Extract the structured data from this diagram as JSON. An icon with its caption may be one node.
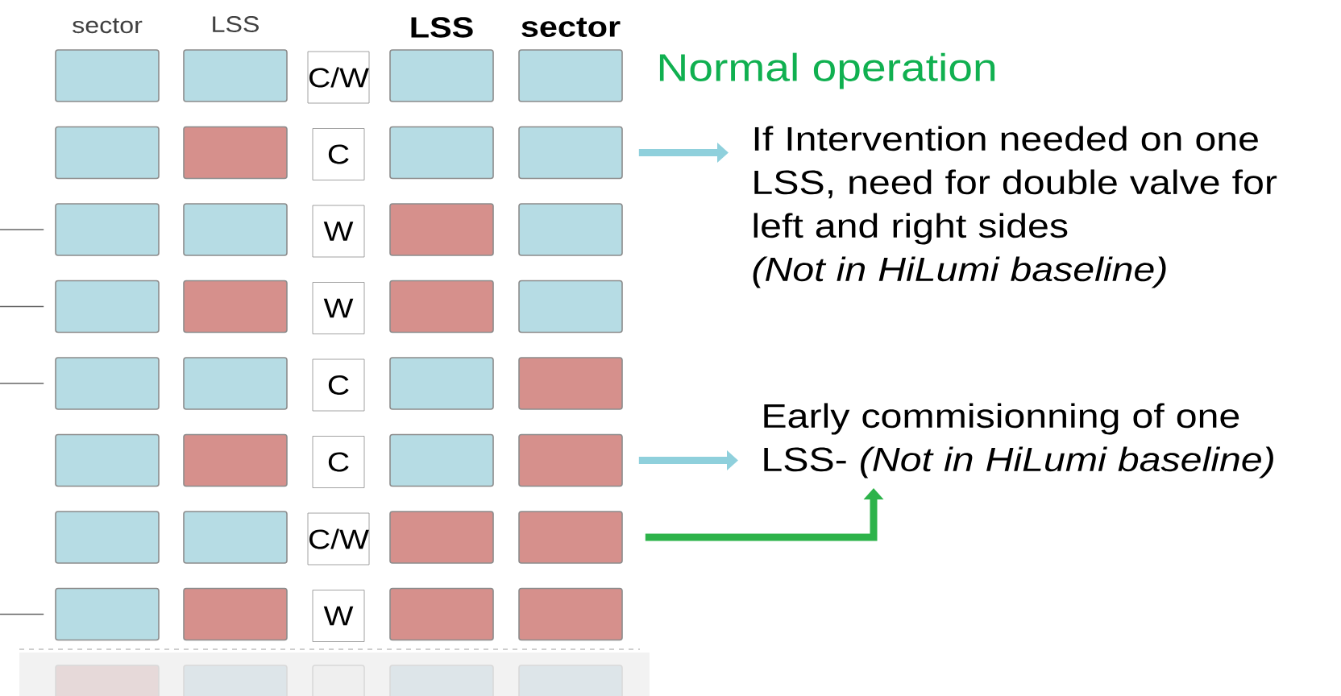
{
  "diagram": {
    "nodes": [
      {
        "text": [],
        "shape": "box"
      },
      {
        "text": [],
        "shape": "box"
      },
      {
        "text": [
          "C/W"
        ]
      },
      {
        "text": [],
        "shape": "box"
      },
      {
        "text": [],
        "shape": "box"
      },
      {
        "text": [],
        "shape": "box"
      },
      {
        "text": [],
        "shape": "box"
      },
      {
        "text": [
          "C"
        ]
      },
      {
        "text": [],
        "shape": "box"
      },
      {
        "text": [],
        "shape": "box"
      },
      {
        "text": [],
        "shape": "box"
      },
      {
        "text": [],
        "shape": "box"
      },
      {
        "text": [
          "W"
        ]
      },
      {
        "text": [],
        "shape": "box"
      },
      {
        "text": [],
        "shape": "box"
      },
      {
        "text": [],
        "shape": "box"
      },
      {
        "text": [],
        "shape": "box"
      },
      {
        "text": [
          "W"
        ]
      },
      {
        "text": [],
        "shape": "box"
      },
      {
        "text": [],
        "shape": "box"
      },
      {
        "text": [],
        "shape": "box"
      },
      {
        "text": [],
        "shape": "box"
      },
      {
        "text": [
          "C"
        ]
      },
      {
        "text": [],
        "shape": "box"
      },
      {
        "text": [],
        "shape": "box"
      },
      {
        "text": [],
        "shape": "box"
      },
      {
        "text": [],
        "shape": "box"
      },
      {
        "text": [
          "C"
        ]
      },
      {
        "text": [],
        "shape": "box"
      },
      {
        "text": [],
        "shape": "box"
      },
      {
        "text": [],
        "shape": "box"
      },
      {
        "text": [],
        "shape": "box"
      },
      {
        "text": [
          "C/W"
        ]
      },
      {
        "text": [],
        "shape": "box"
      },
      {
        "text": [],
        "shape": "box"
      },
      {
        "text": [],
        "shape": "box"
      },
      {
        "text": [],
        "shape": "box"
      },
      {
        "text": [
          "W"
        ]
      },
      {
        "text": [],
        "shape": "box"
      },
      {
        "text": [],
        "shape": "box"
      },
      {
        "text": [],
        "shape": "box"
      },
      {
        "text": [],
        "shape": "box"
      },
      {
        "text": [],
        "shape": "box"
      },
      {
        "text": [],
        "shape": "box"
      },
      {
        "text": [],
        "shape": "box"
      },
      {
        "text": [
          "If Intervention needed on one LSS, need for double valve for left and right sides",
          "(Not in HiLumi baseline)"
        ]
      },
      {
        "text": [
          "Early commisionning of one LSS- *(Not in HiLumi baseline)*"
        ]
      }
    ],
    "edges": [
      {
        "from": 9,
        "to": 45,
        "arrow": "to",
        "style": "thick",
        "color": "#8fd0dc"
      },
      {
        "from": 29,
        "to": 46,
        "arrow": "to",
        "style": "thick",
        "color": "#8fd0dc"
      },
      {
        "from": 34,
        "to": 46,
        "arrow": "to",
        "style": "thick",
        "color": "#2db34a"
      },
      {
        "from": null,
        "to": 10,
        "arrow": "none"
      },
      {
        "from": null,
        "to": 15,
        "arrow": "none"
      },
      {
        "from": null,
        "to": 20,
        "arrow": "none"
      },
      {
        "from": null,
        "to": 35,
        "arrow": "none"
      }
    ],
    "labels": [
      "sector",
      "LSS",
      "LSS",
      "sector",
      "Normal operation"
    ]
  }
}
